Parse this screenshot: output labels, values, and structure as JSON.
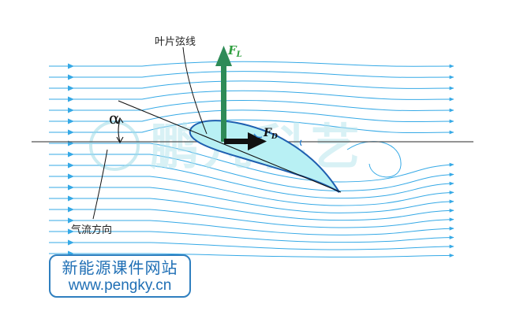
{
  "labels": {
    "chord_line": "叶片弦线",
    "lift": "F",
    "lift_sub": "L",
    "drag": "F",
    "drag_sub": "D",
    "angle": "α",
    "flow_direction": "气流方向"
  },
  "watermark": {
    "text": "鹏芃科艺"
  },
  "badge": {
    "line1": "新能源课件网站",
    "line2": "www.pengky.cn"
  },
  "colors": {
    "streamline": "#35a9e6",
    "lift_arrow": "#2e8b57",
    "lift_label": "#2e9e3e",
    "drag_arrow": "#111111",
    "airfoil_fill": "#b8f0f4",
    "airfoil_stroke": "#1e5fb0",
    "badge_border": "#2f7fbf",
    "badge_text": "#1f6fb5",
    "watermark": "#b9e6ee"
  }
}
